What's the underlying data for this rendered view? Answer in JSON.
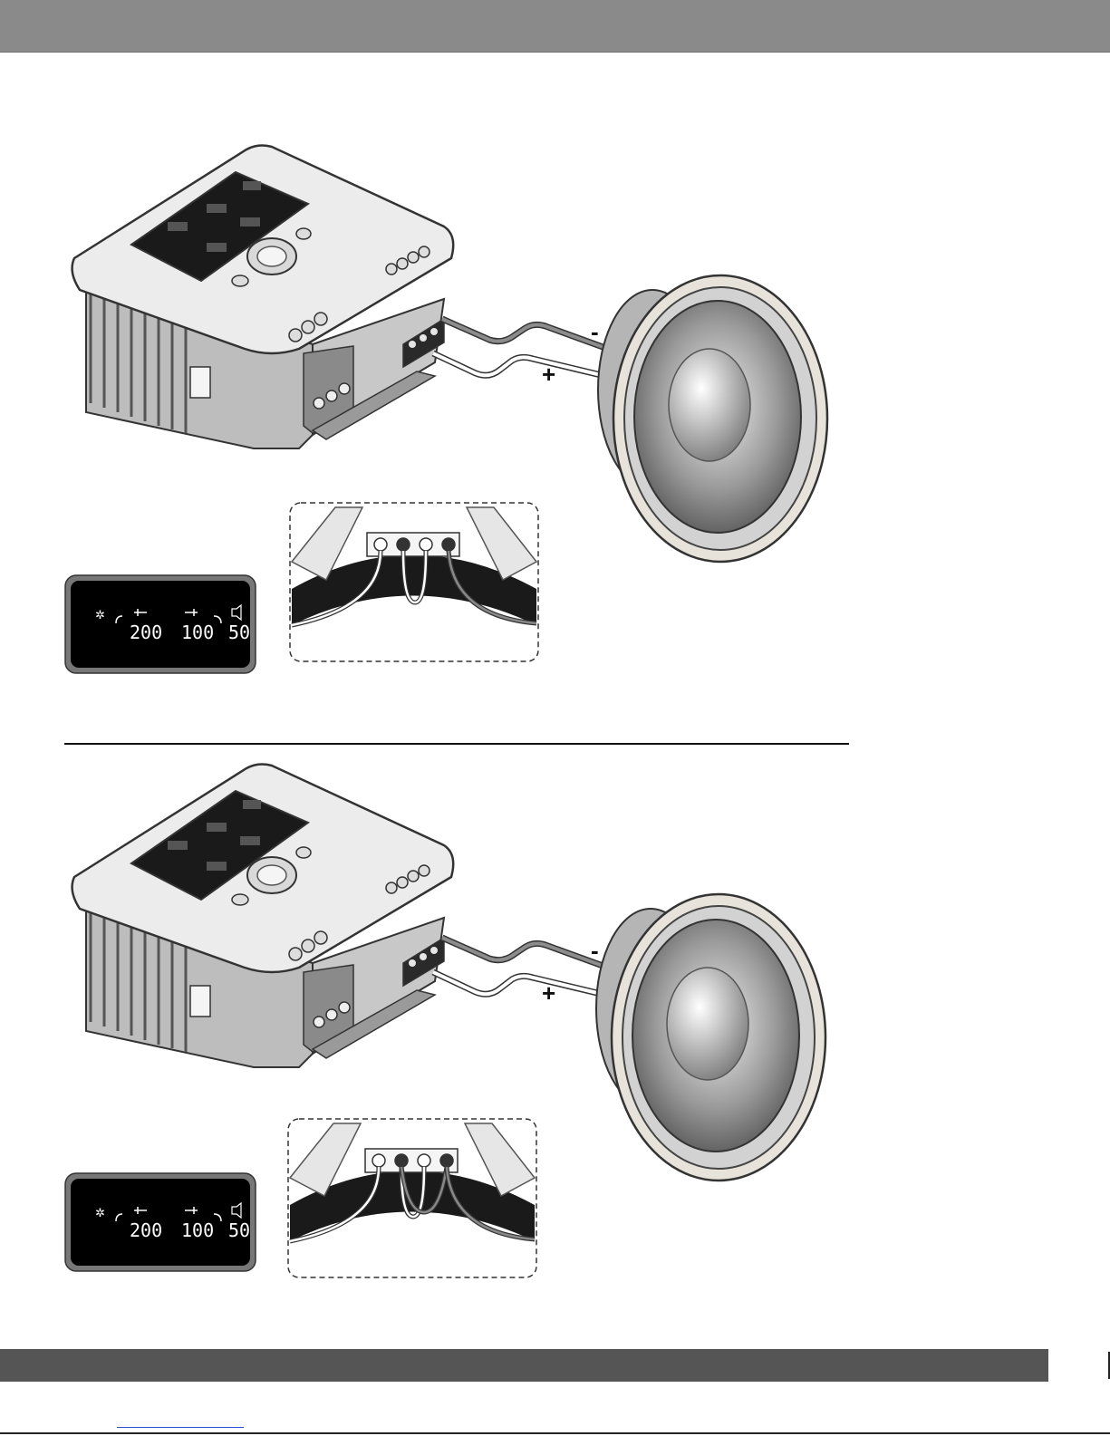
{
  "panels": [
    {
      "polarity": {
        "minus": "-",
        "plus": "+"
      },
      "display": {
        "values": [
          "200",
          "100",
          "50"
        ]
      }
    },
    {
      "polarity": {
        "minus": "-",
        "plus": "+"
      },
      "display": {
        "values": [
          "200",
          "100",
          "50"
        ]
      }
    }
  ],
  "colors": {
    "top_bar": "#8a8a8a",
    "bottom_bar": "#555555",
    "display_bg": "#000000",
    "amp_body": "#ececec"
  }
}
